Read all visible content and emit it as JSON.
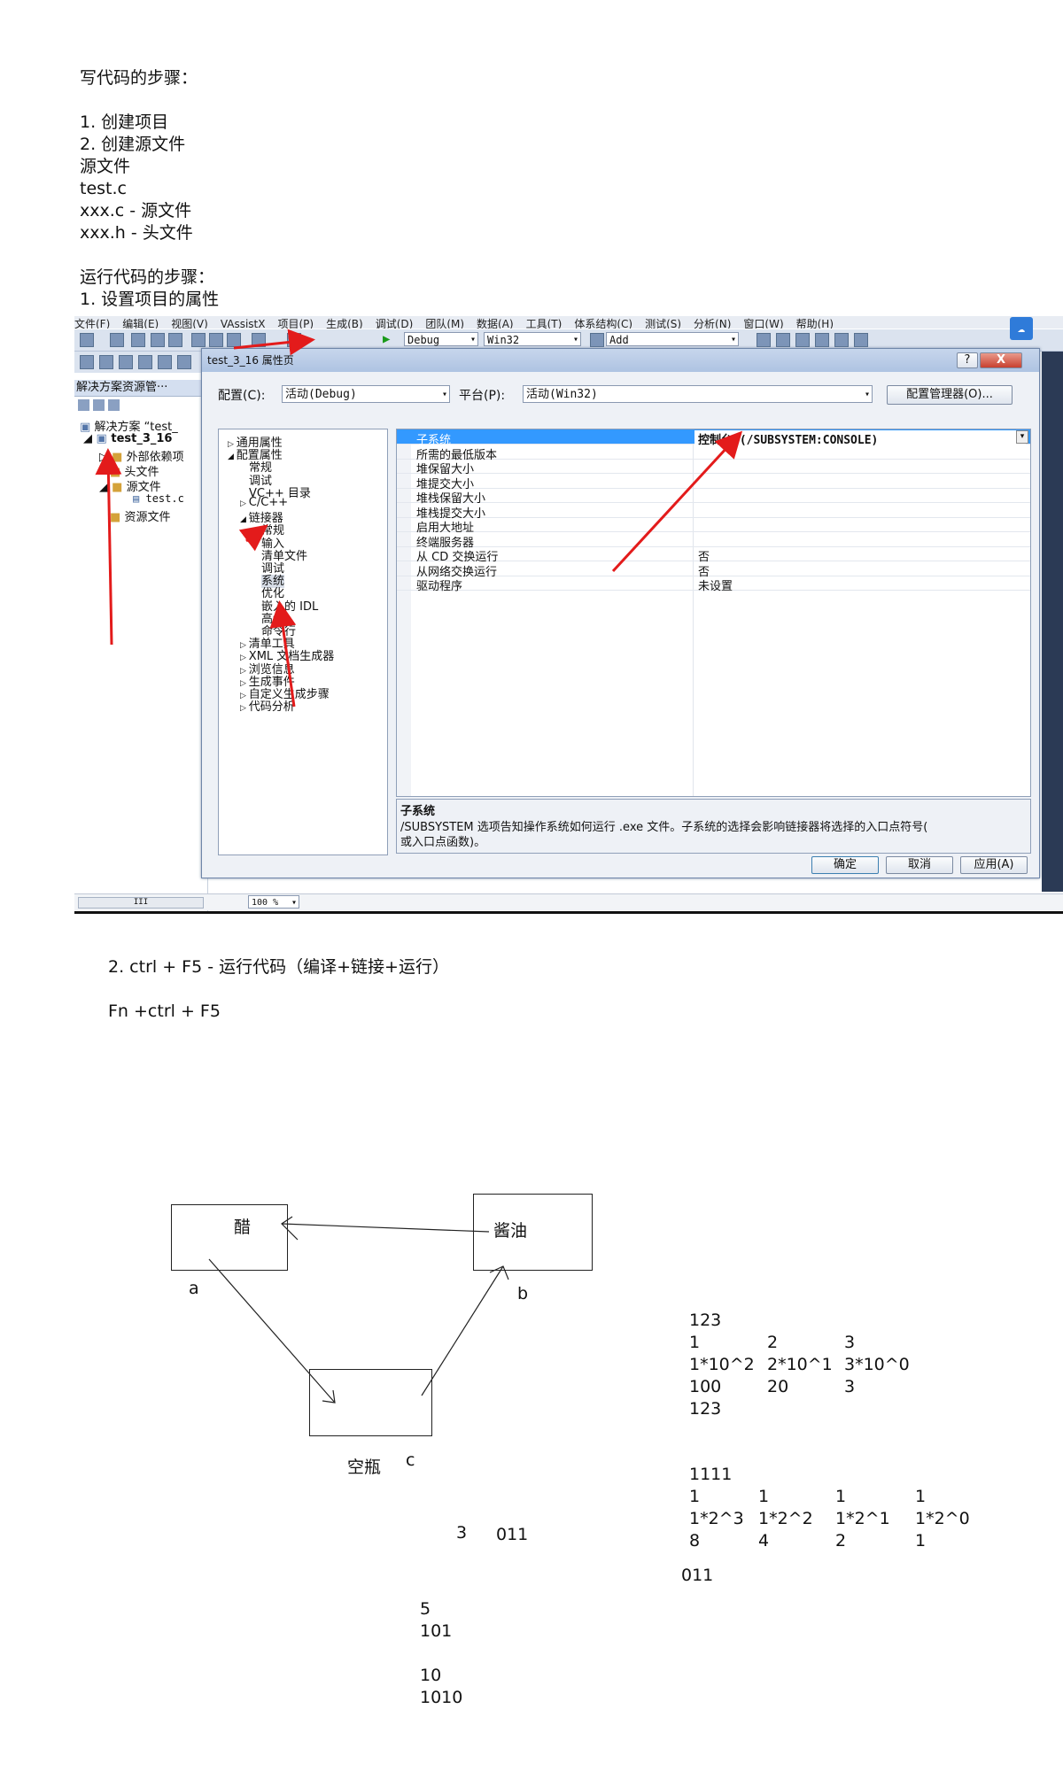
{
  "notes": {
    "steps_title": "写代码的步骤：",
    "step1": "1. 创建项目",
    "step2": "2. 创建源文件",
    "src_file": "源文件",
    "test_c": "test.c",
    "xxx_c": "xxx.c - 源文件",
    "xxx_h": "xxx.h - 头文件",
    "run_title": "运行代码的步骤：",
    "run_step1": "1. 设置项目的属性",
    "run_step2": "2. ctrl + F5 - 运行代码（编译+链接+运行）",
    "fn_shortcut": "Fn +ctrl + F5"
  },
  "ide": {
    "menu": [
      "文件(F)",
      "编辑(E)",
      "视图(V)",
      "VAssistX",
      "项目(P)",
      "生成(B)",
      "调试(D)",
      "团队(M)",
      "数据(A)",
      "工具(T)",
      "体系结构(C)",
      "测试(S)",
      "分析(N)",
      "窗口(W)",
      "帮助(H)"
    ],
    "config_combo": "Debug",
    "platform_combo": "Win32",
    "find_combo": "Add",
    "solution_panel_title": "解决方案资源管···",
    "solution_items": [
      "解决方案 “test_",
      "test_3_16",
      "外部依赖项",
      "头文件",
      "源文件",
      "test.c",
      "资源文件"
    ],
    "zoom": "100 %",
    "hscroll_label": "III"
  },
  "dialog": {
    "title": "test_3_16 属性页",
    "help_btn": "?",
    "close_btn": "X",
    "config_label": "配置(C):",
    "config_value": "活动(Debug)",
    "platform_label": "平台(P):",
    "platform_value": "活动(Win32)",
    "config_manager_btn": "配置管理器(O)...",
    "tree": [
      "通用属性",
      "配置属性",
      "常规",
      "调试",
      "VC++ 目录",
      "C/C++",
      "链接器",
      "常规",
      "输入",
      "清单文件",
      "调试",
      "系统",
      "优化",
      "嵌入的 IDL",
      "高级",
      "命令行",
      "清单工具",
      "XML 文档生成器",
      "浏览信息",
      "生成事件",
      "自定义生成步骤",
      "代码分析"
    ],
    "grid": [
      {
        "key": "子系统",
        "value": "控制台 (/SUBSYSTEM:CONSOLE)"
      },
      {
        "key": "所需的最低版本",
        "value": ""
      },
      {
        "key": "堆保留大小",
        "value": ""
      },
      {
        "key": "堆提交大小",
        "value": ""
      },
      {
        "key": "堆栈保留大小",
        "value": ""
      },
      {
        "key": "堆栈提交大小",
        "value": ""
      },
      {
        "key": "启用大地址",
        "value": ""
      },
      {
        "key": "终端服务器",
        "value": ""
      },
      {
        "key": "从 CD 交换运行",
        "value": "否"
      },
      {
        "key": "从网络交换运行",
        "value": "否"
      },
      {
        "key": "驱动程序",
        "value": "未设置"
      }
    ],
    "desc_title": "子系统",
    "desc_text": "/SUBSYSTEM 选项告知操作系统如何运行 .exe 文件。子系统的选择会影响链接器将选择的入口点符号(",
    "desc_text2": "或入口点函数)。",
    "ok_btn": "确定",
    "cancel_btn": "取消",
    "apply_btn": "应用(A)"
  },
  "diagram": {
    "box_a_text": "醋",
    "box_b_text": "酱油",
    "label_a": "a",
    "label_b": "b",
    "box_c_caption": "空瓶",
    "label_c": "c"
  },
  "math": {
    "dec_lines": [
      [
        "123"
      ],
      [
        "1",
        "2",
        "3"
      ],
      [
        "1*10^2",
        "2*10^1",
        "3*10^0"
      ],
      [
        "100",
        "20",
        "3"
      ],
      [
        "123"
      ]
    ],
    "bin_lines": [
      [
        "1111"
      ],
      [
        "1",
        "1",
        "1",
        "1"
      ],
      [
        "1*2^3",
        "1*2^2",
        "1*2^1",
        "1*2^0"
      ],
      [
        "8",
        "4",
        "2",
        "1"
      ]
    ],
    "bin_011": "011",
    "mid_3": "3",
    "mid_011": "011",
    "five": "5",
    "five_bin": "101",
    "ten": "10",
    "ten_bin": "1010"
  },
  "colors": {
    "arrow": "#e31b1b",
    "dialog_title": "#b9cde9"
  }
}
